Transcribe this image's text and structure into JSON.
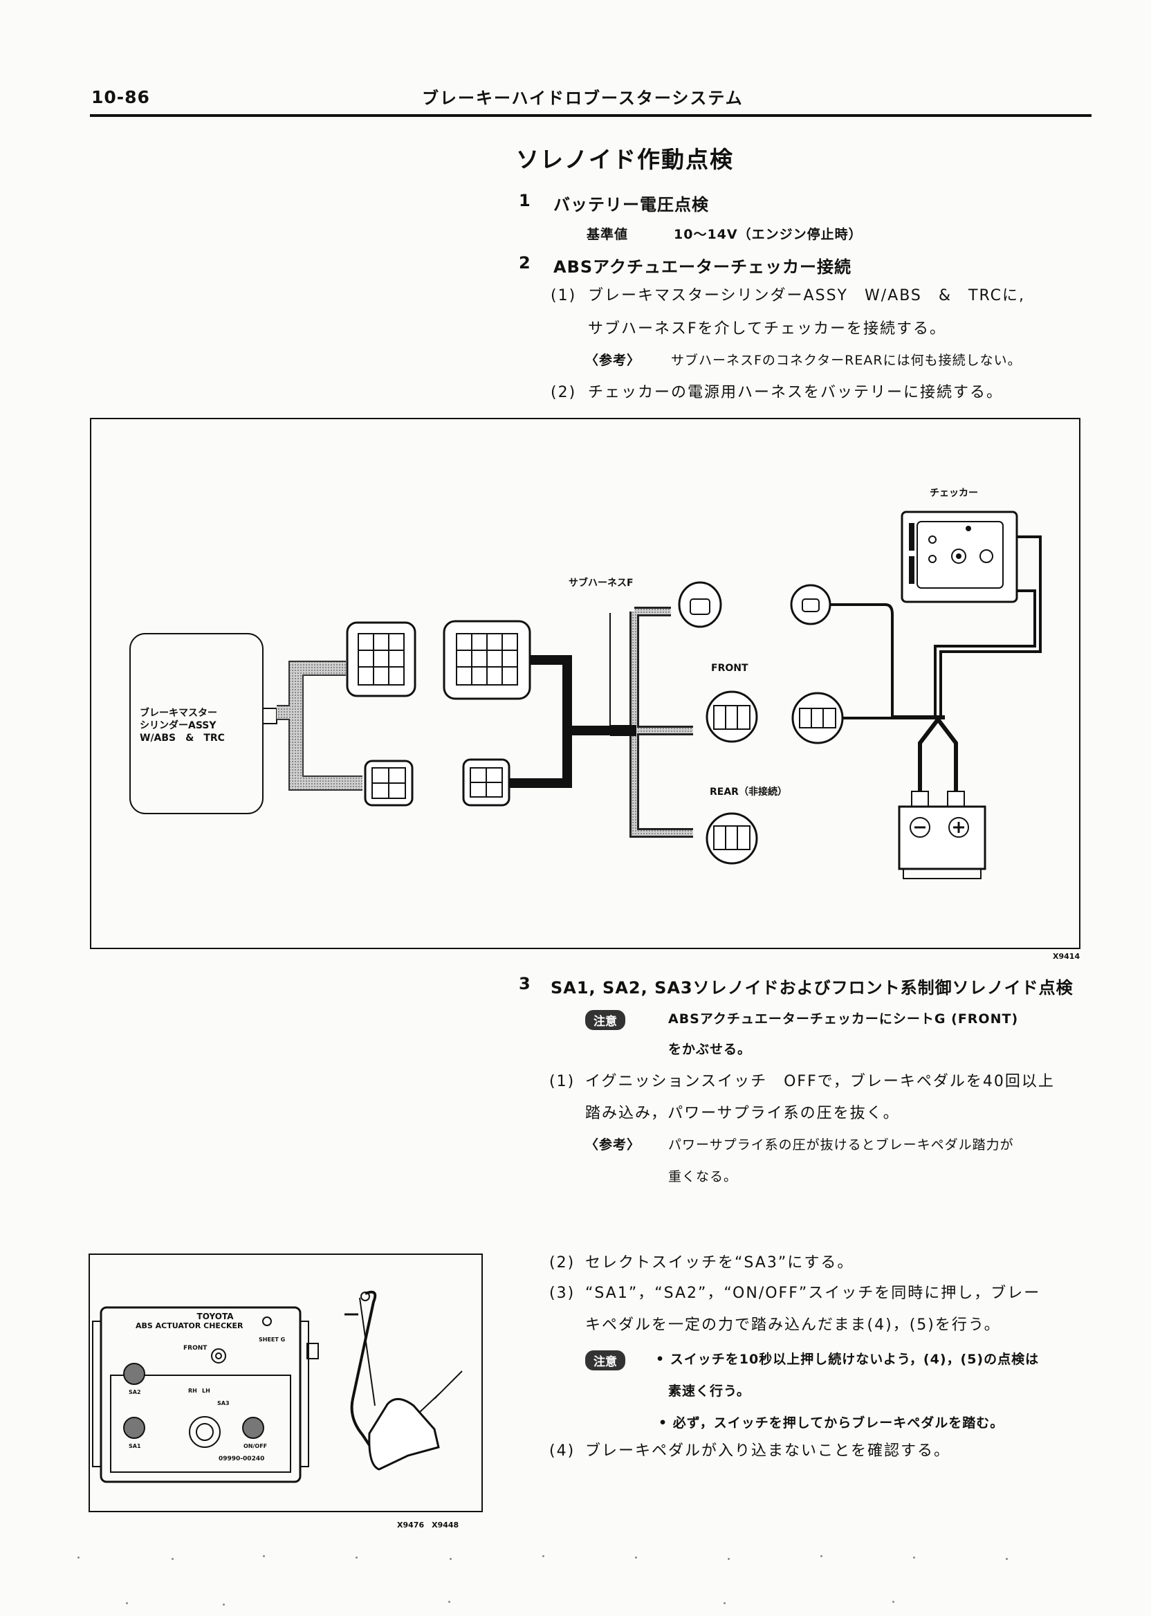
{
  "header": {
    "page_number": "10-86",
    "running_title": "ブレーキーハイドロブースターシステム"
  },
  "section_title": "ソレノイド作動点検",
  "steps": [
    {
      "num": "1",
      "title": "バッテリー電圧点検",
      "spec_label": "基準値",
      "spec_value": "10〜14V（エンジン停止時）"
    },
    {
      "num": "2",
      "title": "ABSアクチュエーターチェッカー接続",
      "sub1_num": "(1)",
      "sub1_line1": "ブレーキマスターシリンダーASSY　W/ABS　&　TRCに,",
      "sub1_line2": "サブハーネスFを介してチェッカーを接続する。",
      "note_label": "〈参考〉",
      "note_text": "サブハーネスFのコネクターREARには何も接続しない。",
      "sub2_num": "(2)",
      "sub2_text": "チェッカーの電源用ハーネスをバッテリーに接続する。"
    },
    {
      "num": "3",
      "title": "SA1, SA2, SA3ソレノイドおよびフロント系制御ソレノイド点検",
      "caution_badge": "注意",
      "caution_line1": "ABSアクチュエーターチェッカーにシートG (FRONT)",
      "caution_line2": "をかぶせる。",
      "s1_num": "(1)",
      "s1_line1": "イグニッションスイッチ　OFFで，ブレーキペダルを40回以上",
      "s1_line2": "踏み込み，パワーサプライ系の圧を抜く。",
      "s1_note_label": "〈参考〉",
      "s1_note_line1": "パワーサプライ系の圧が抜けるとブレーキペダル踏力が",
      "s1_note_line2": "重くなる。",
      "s2_num": "(2)",
      "s2_text": "セレクトスイッチを“SA3”にする。",
      "s3_num": "(3)",
      "s3_line1": "“SA1”，“SA2”，“ON/OFF”スイッチを同時に押し，ブレー",
      "s3_line2": "キペダルを一定の力で踏み込んだまま(4)，(5)を行う。",
      "c2_badge": "注意",
      "c2_line1": "• スイッチを10秒以上押し続けないよう，(4)，(5)の点検は",
      "c2_line2": "素速く行う。",
      "c2_line3": "• 必ず，スイッチを押してからブレーキペダルを踏む。",
      "s4_num": "(4)",
      "s4_text": "ブレーキペダルが入り込まないことを確認する。"
    }
  ],
  "figure1": {
    "id": "X9414",
    "master_cyl_label_1": "ブレーキマスター",
    "master_cyl_label_2": "シリンダーASSY",
    "master_cyl_label_3": "W/ABS　&　TRC",
    "subharness_label": "サブハーネスF",
    "checker_label": "チェッカー",
    "front_label": "FRONT",
    "rear_label": "REAR（非接続）"
  },
  "figure2": {
    "id": "X9476　X9448",
    "brand": "TOYOTA",
    "device": "ABS ACTUATOR CHECKER",
    "sheet": "SHEET G",
    "front": "FRONT",
    "sa2": "SA2",
    "sa1": "SA1",
    "sa3": "SA3",
    "rh": "RH",
    "lh": "LH",
    "onoff": "ON/OFF",
    "part_no": "09990-00240"
  },
  "colors": {
    "ink": "#111111",
    "paper": "#fbfbf9",
    "harness_hatch": "#9a9a9a"
  }
}
